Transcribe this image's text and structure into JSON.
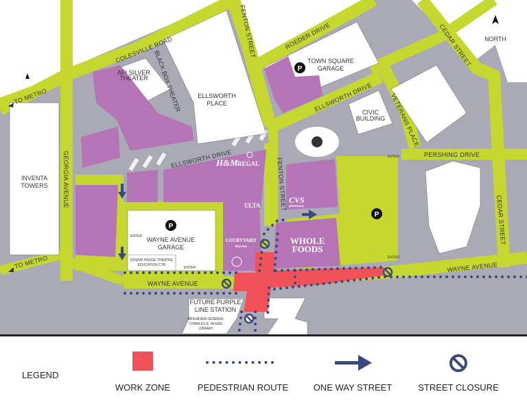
{
  "compass": {
    "label": "NORTH"
  },
  "roads": {
    "colesville": "COLESVILLE ROAD",
    "fenton_top": "FENTON STREET",
    "fenton_mid": "FENTON STREET",
    "roeder": "ROEDER DRIVE",
    "ellsworth_right": "ELLSWORTH DRIVE",
    "ellsworth_left": "ELLSWORTH DRIVE",
    "cedar_top": "CEDAR STREET",
    "cedar_right": "CEDAR STREET",
    "veterans": "VETERANS PLACE",
    "pershing": "PERSHING DRIVE",
    "georgia": "GEORGIA AVENUE",
    "wayne_left": "WAYNE AVENUE",
    "wayne_right": "WAYNE AVENUE",
    "to_metro_top": "TO METRO",
    "to_metro_bottom": "TO METRO"
  },
  "places": {
    "afi_line1": "AFI SILVER",
    "afi_line2": "THEATER",
    "black_box": "BLACK BOX THEATER",
    "ellsworth_place_1": "ELLSWORTH",
    "ellsworth_place_2": "PLACE",
    "town_square_1": "TOWN SQUARE",
    "town_square_2": "GARAGE",
    "civic_1": "CIVIC",
    "civic_2": "BUILDING",
    "inventa_1": "INVENTA",
    "inventa_2": "TOWERS",
    "wayne_garage_1": "WAYNE AVENUE",
    "wayne_garage_2": "GARAGE",
    "round_house_1": "ROUND HOUSE THEATRE",
    "round_house_2": "EDUCATION CTR",
    "purple_line_1": "FUTURE PURPLE",
    "purple_line_2": "LINE STATION",
    "library_1": "BRIGADIER GENERAL",
    "library_2": "CHARLES E. McGEE",
    "library_3": "LIBRARY",
    "enter": "ENTER",
    "parking": "P"
  },
  "logos": {
    "hm": "H&M",
    "regal": "REGAL",
    "ulta": "ULTA",
    "cvs": "CVS",
    "cvs_sub": "pharmacy",
    "courtyard": "COURTYARD",
    "marriott": "Marriott",
    "whole": "WHOLE",
    "foods": "FOODS"
  },
  "legend": {
    "title": "LEGEND",
    "items": [
      {
        "label": "WORK ZONE",
        "icon": "red-square"
      },
      {
        "label": "PEDESTRIAN ROUTE",
        "icon": "dotted-line"
      },
      {
        "label": "ONE WAY STREET",
        "icon": "arrow-right"
      },
      {
        "label": "STREET CLOSURE",
        "icon": "no-entry-circle"
      }
    ]
  },
  "colors": {
    "road": "#c6d82f",
    "block": "#a9aab5",
    "building": "#b574b6",
    "work_zone": "#ef5258",
    "route": "#3b4a7c"
  }
}
